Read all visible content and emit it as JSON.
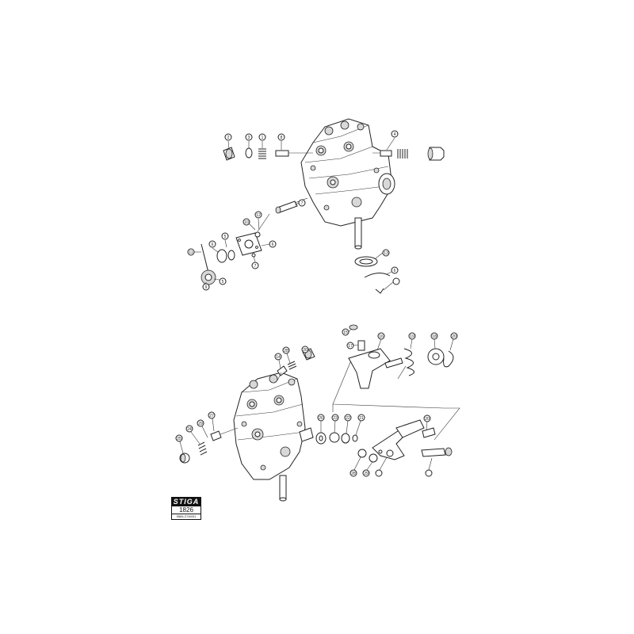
{
  "brand": {
    "logo": "STIGA",
    "code": "1826",
    "sub": "9584-2749/01"
  },
  "callouts_top": [
    "2",
    "3",
    "1",
    "8",
    "4",
    "7",
    "10",
    "12",
    "5",
    "6",
    "11",
    "6",
    "7",
    "5",
    "9",
    "13",
    "6"
  ],
  "callouts_bottom": [
    "15",
    "17",
    "16",
    "19",
    "18",
    "20",
    "14",
    "28",
    "26",
    "25",
    "24",
    "29",
    "27",
    "26",
    "23",
    "22",
    "21",
    "20",
    "28",
    "29"
  ],
  "colors": {
    "ink": "#222222",
    "paper": "#ffffff"
  }
}
